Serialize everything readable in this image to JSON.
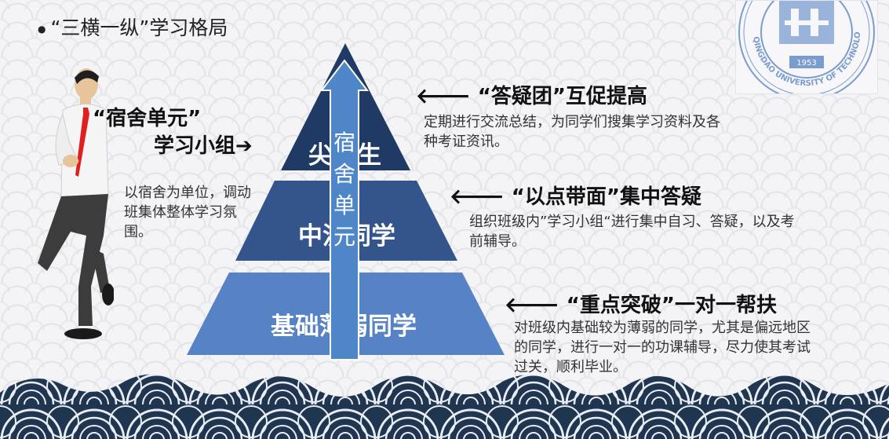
{
  "title": "“三横一纵”学习格局",
  "left": {
    "title_line1": "“宿舍单元”",
    "title_line2": "学习小组➔",
    "desc": "以宿舍为单位，调动班集体整体学习氛围。"
  },
  "pyramid": {
    "top_label": "尖子生",
    "mid_label": "中流同学",
    "bottom_label": "基础薄弱同学",
    "arrow_label": "宿舍单元"
  },
  "right": [
    {
      "title": "🡐 “答疑团”互促提高",
      "desc": "定期进行交流总结，为同学们搜集学习资料及各种考证资讯。"
    },
    {
      "title": "🡐 “以点带面”集中答疑",
      "desc": "组织班级内”学习小组“进行集中自习、答疑，以及考前辅导。"
    },
    {
      "title": "🡐 “重点突破”一对一帮扶",
      "desc": "对班级内基础较为薄弱的同学，尤其是偏远地区的同学，进行一对一的功课辅导，尽力使其考试过关，顺利毕业。"
    }
  ],
  "seal": {
    "year": "1953",
    "text": "QINGDAO UNIVERSITY OF TECHNOLOGY"
  },
  "colors": {
    "top": "#1f3a64",
    "mid": "#34548c",
    "bottom": "#5683c6",
    "arrow": "#4f86c8",
    "wave": "#1f3550"
  }
}
